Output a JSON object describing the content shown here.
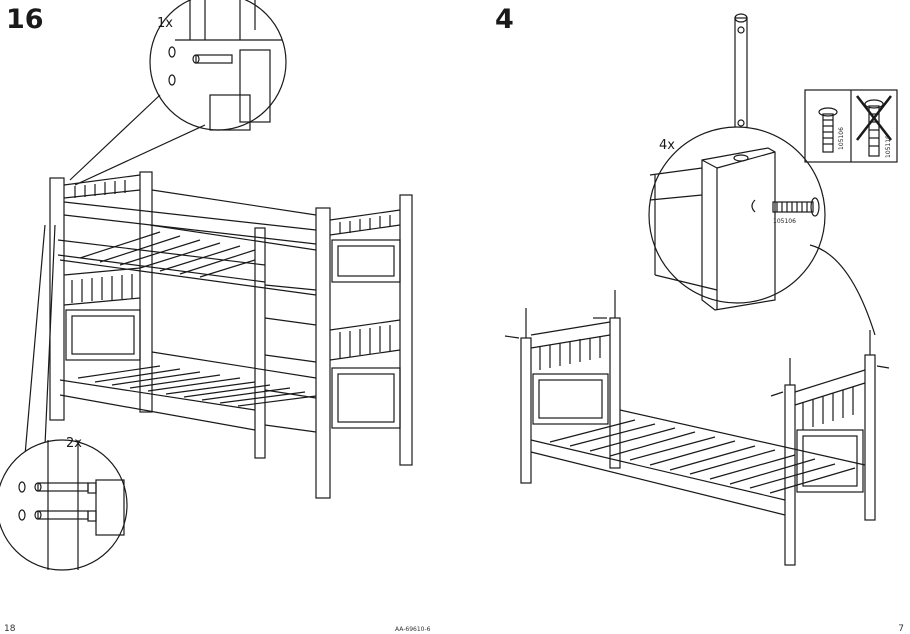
{
  "left_page": {
    "step": "16",
    "callout_top_qty": "1x",
    "callout_bottom_qty": "2x",
    "page_number": "18"
  },
  "right_page": {
    "step": "4",
    "callout_qty": "4x",
    "bolt_label": "105106",
    "ok_part_label": "105106",
    "wrong_part_label": "105119",
    "page_number": "7"
  },
  "footer": {
    "doc_code": "AA-69610-6"
  },
  "icons": [
    "wooden-dowel-icon",
    "allen-bolt-icon",
    "wrong-bolt-crossed-icon",
    "barrel-nut-icon"
  ]
}
